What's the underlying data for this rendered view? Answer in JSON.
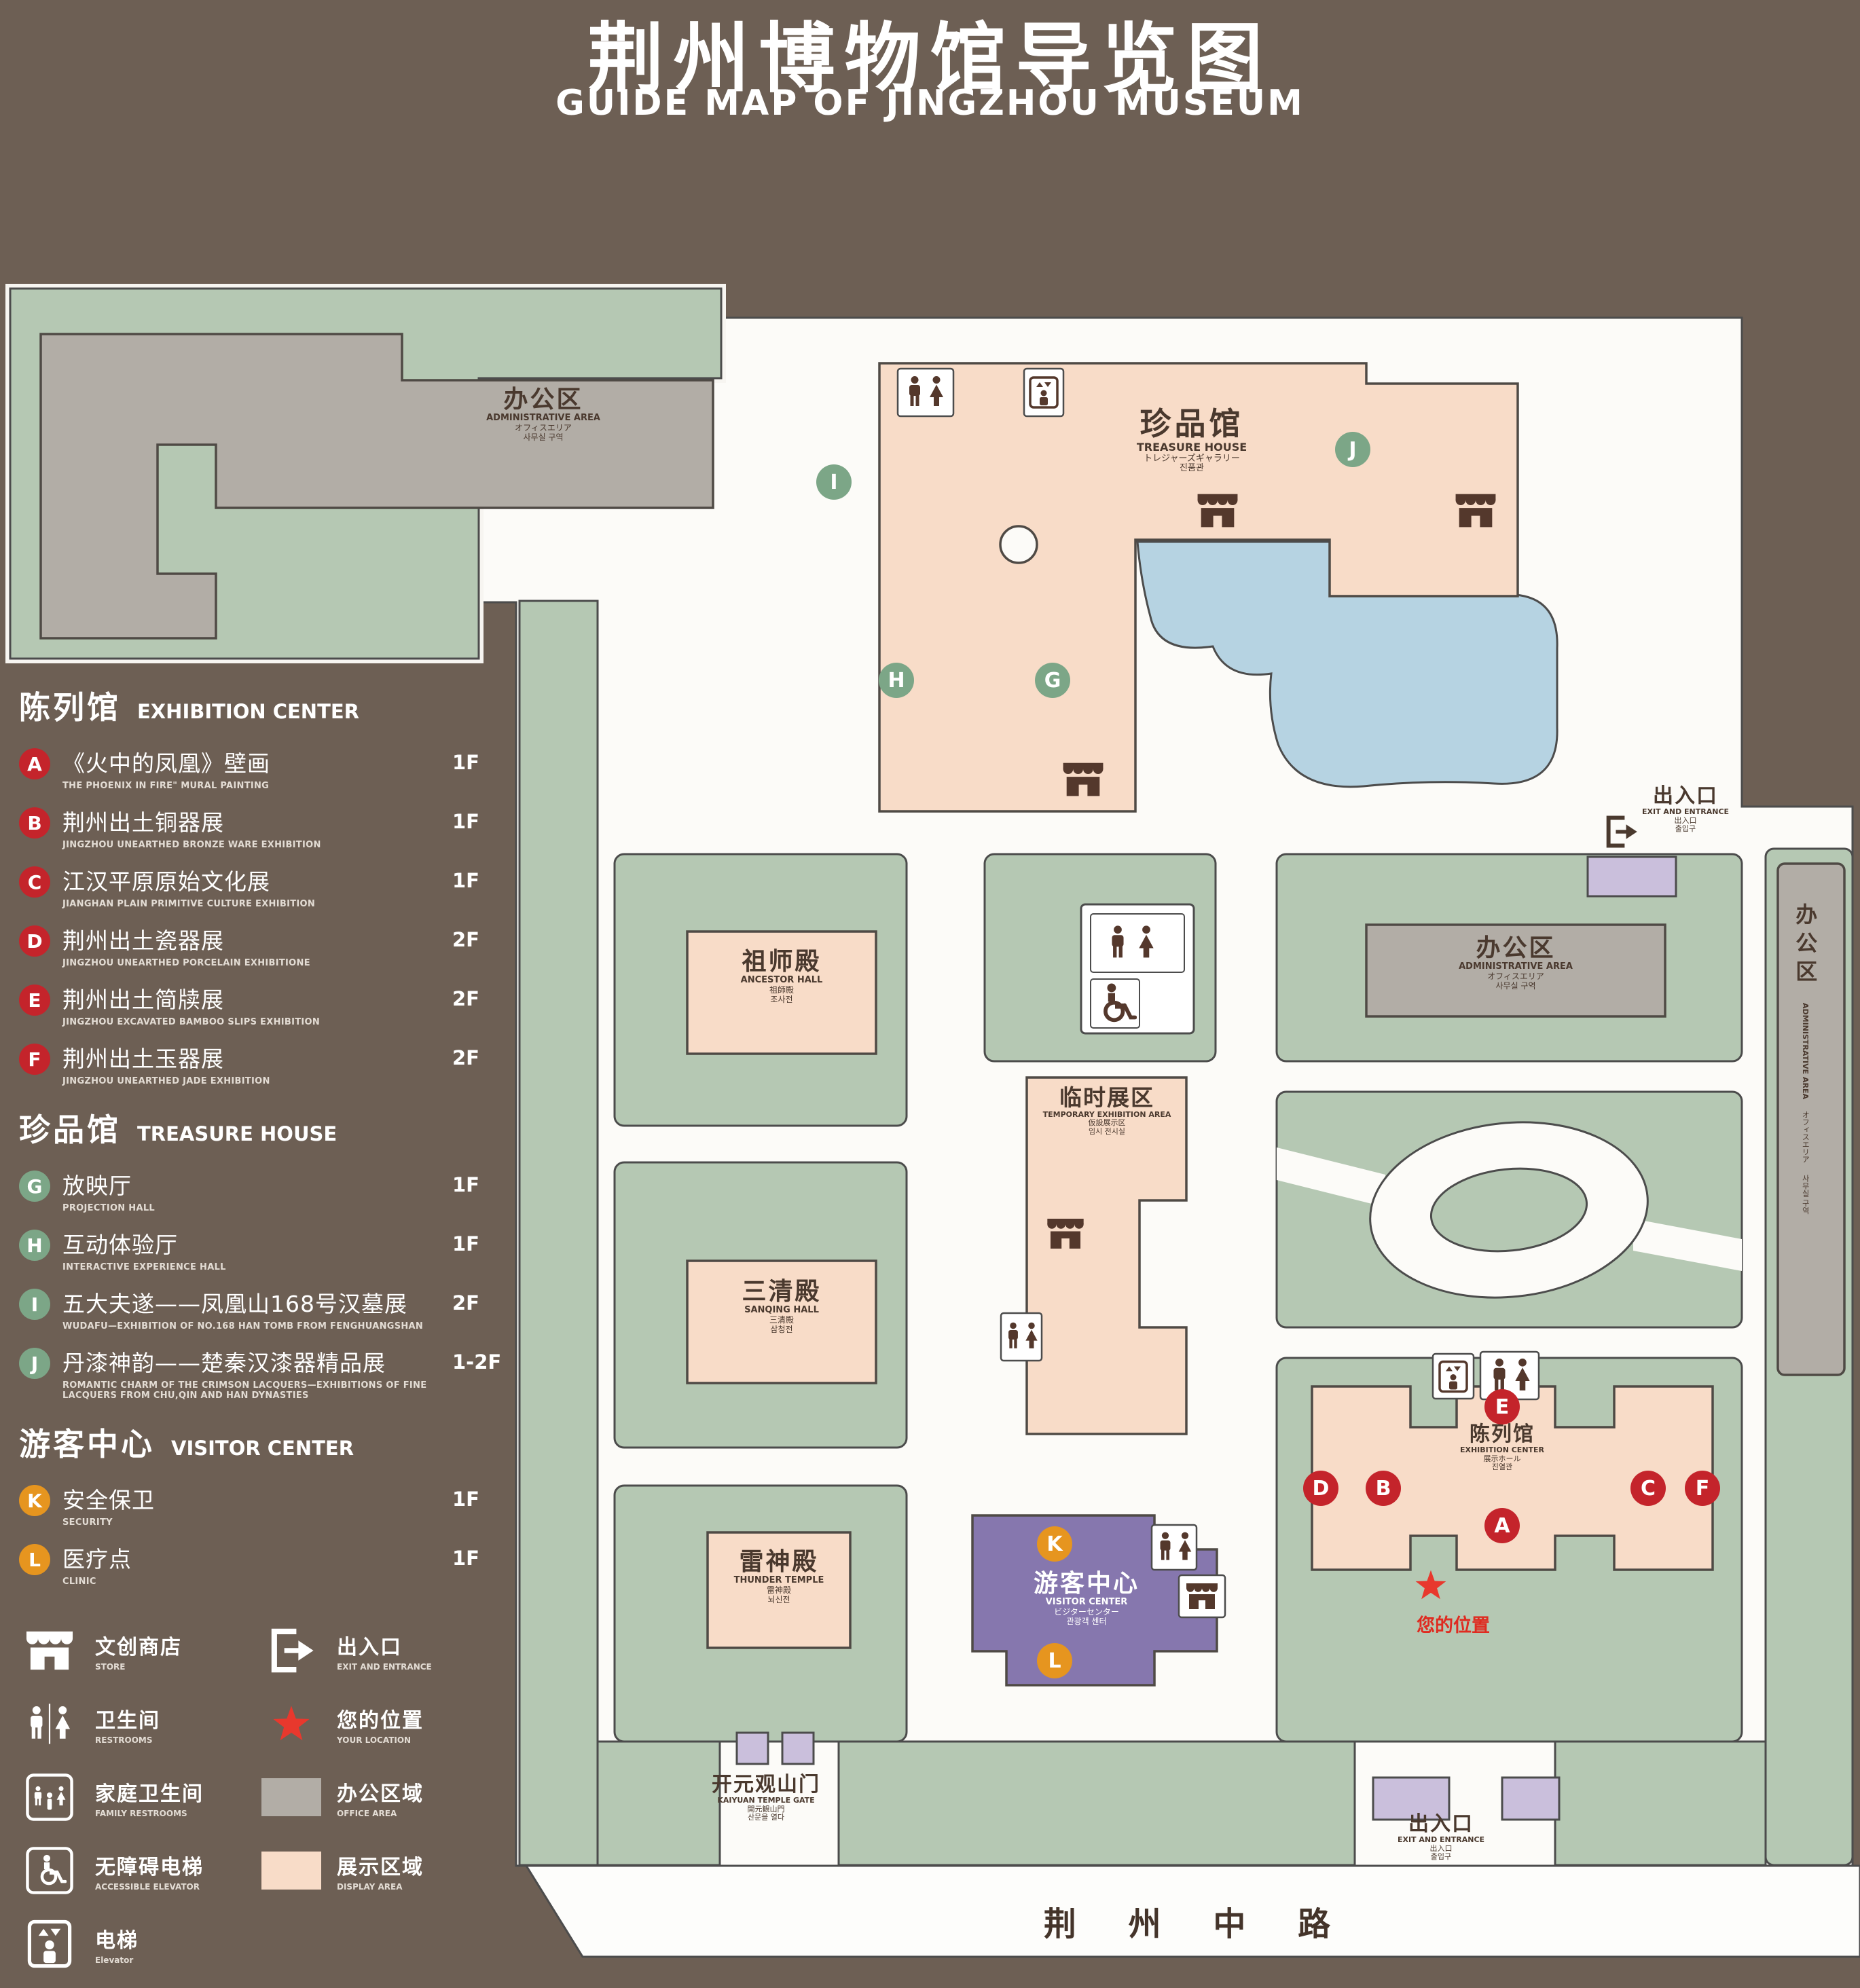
{
  "title": {
    "zh": "荆州博物馆导览图",
    "en": "GUIDE MAP OF JINGZHOU MUSEUM"
  },
  "colors": {
    "background": "#6d5f54",
    "ground_green": "#b5c8b3",
    "display_area": "#f8dcc8",
    "office_area": "#b2ada6",
    "visitor_purple": "#8677ae",
    "pond_blue": "#b6d3e2",
    "marker_red": "#c4242b",
    "marker_green": "#7ca687",
    "marker_orange": "#e6951f",
    "location_red": "#e8382d"
  },
  "legend": {
    "sections": [
      {
        "title_zh": "陈列馆",
        "title_en": "EXHIBITION CENTER",
        "items": [
          {
            "letter": "A",
            "zh": "《火中的凤凰》壁画",
            "en": "THE PHOENIX IN FIRE\" MURAL PAINTING",
            "floor": "1F"
          },
          {
            "letter": "B",
            "zh": "荆州出土铜器展",
            "en": "JINGZHOU UNEARTHED BRONZE WARE EXHIBITION",
            "floor": "1F"
          },
          {
            "letter": "C",
            "zh": "江汉平原原始文化展",
            "en": "JIANGHAN PLAIN PRIMITIVE CULTURE EXHIBITION",
            "floor": "1F"
          },
          {
            "letter": "D",
            "zh": "荆州出土瓷器展",
            "en": "JINGZHOU UNEARTHED PORCELAIN EXHIBITIONE",
            "floor": "2F"
          },
          {
            "letter": "E",
            "zh": "荆州出土简牍展",
            "en": "JINGZHOU EXCAVATED BAMBOO SLIPS EXHIBITION",
            "floor": "2F"
          },
          {
            "letter": "F",
            "zh": "荆州出土玉器展",
            "en": "JINGZHOU UNEARTHED JADE EXHIBITION",
            "floor": "2F"
          }
        ]
      },
      {
        "title_zh": "珍品馆",
        "title_en": "TREASURE HOUSE",
        "items": [
          {
            "letter": "G",
            "zh": "放映厅",
            "en": "PROJECTION HALL",
            "floor": "1F"
          },
          {
            "letter": "H",
            "zh": "互动体验厅",
            "en": "INTERACTIVE EXPERIENCE HALL",
            "floor": "1F"
          },
          {
            "letter": "I",
            "zh": "五大夫遂——凤凰山168号汉墓展",
            "en": "WUDAFU—EXHIBITION OF NO.168 HAN TOMB FROM FENGHUANGSHAN",
            "floor": "2F"
          },
          {
            "letter": "J",
            "zh": "丹漆神韵——楚秦汉漆器精品展",
            "en": "ROMANTIC CHARM OF THE CRIMSON LACQUERS—EXHIBITIONS OF FINE LACQUERS FROM CHU,QIN AND HAN DYNASTIES",
            "floor": "1-2F"
          }
        ]
      },
      {
        "title_zh": "游客中心",
        "title_en": "VISITOR CENTER",
        "items": [
          {
            "letter": "K",
            "zh": "安全保卫",
            "en": "SECURITY",
            "floor": "1F"
          },
          {
            "letter": "L",
            "zh": "医疗点",
            "en": "CLINIC",
            "floor": "1F"
          }
        ]
      }
    ],
    "symbols": [
      {
        "zh": "文创商店",
        "en": "STORE",
        "icon": "store-icon"
      },
      {
        "zh": "出入口",
        "en": "EXIT AND ENTRANCE",
        "icon": "exit-icon"
      },
      {
        "zh": "卫生间",
        "en": "RESTROOMS",
        "icon": "restrooms-icon"
      },
      {
        "zh": "您的位置",
        "en": "YOUR LOCATION",
        "icon": "location-star-icon"
      },
      {
        "zh": "家庭卫生间",
        "en": "FAMILY RESTROOMS",
        "icon": "family-restrooms-icon"
      },
      {
        "zh": "办公区域",
        "en": "OFFICE AREA",
        "icon": "office-swatch"
      },
      {
        "zh": "无障碍电梯",
        "en": "ACCESSIBLE ELEVATOR",
        "icon": "accessible-elevator-icon"
      },
      {
        "zh": "展示区域",
        "en": "DISPLAY AREA",
        "icon": "display-swatch"
      },
      {
        "zh": "电梯",
        "en": "Elevator",
        "icon": "elevator-icon"
      }
    ]
  },
  "map": {
    "admin": {
      "zh": "办公区",
      "en": "ADMINISTRATIVE AREA",
      "ja": "オフィスエリア",
      "ko": "사무실 구역"
    },
    "treasure": {
      "zh": "珍品馆",
      "en": "TREASURE HOUSE",
      "ja": "トレジャーズギャラリー",
      "ko": "진품관"
    },
    "ancestor": {
      "zh": "祖师殿",
      "en": "ANCESTOR HALL",
      "ja": "祖師殿",
      "ko": "조사전"
    },
    "temporary": {
      "zh": "临时展区",
      "en": "TEMPORARY EXHIBITION AREA",
      "ja": "仮設展示区",
      "ko": "임시 전시실"
    },
    "sanqing": {
      "zh": "三清殿",
      "en": "SANQING HALL",
      "ja": "三清殿",
      "ko": "삼청전"
    },
    "thunder": {
      "zh": "雷神殿",
      "en": "THUNDER TEMPLE",
      "ja": "雷神殿",
      "ko": "뇌신전"
    },
    "visitor": {
      "zh": "游客中心",
      "en": "VISITOR CENTER",
      "ja": "ビジターセンター",
      "ko": "관광객 센터"
    },
    "exhibition": {
      "zh": "陈列馆",
      "en": "EXHIBITION CENTER",
      "ja": "展示ホール",
      "ko": "진열관"
    },
    "exit": {
      "zh": "出入口",
      "en": "EXIT AND ENTRANCE",
      "ja": "出入口",
      "ko": "출입구"
    },
    "gate": {
      "zh": "开元观山门",
      "en": "KAIYUAN TEMPLE GATE",
      "ja": "開元観山門",
      "ko": "산문을 열다"
    },
    "road": "荆 州 中 路",
    "your_location": "您的位置",
    "markers": {
      "A": "A",
      "B": "B",
      "C": "C",
      "D": "D",
      "E": "E",
      "F": "F",
      "G": "G",
      "H": "H",
      "I": "I",
      "J": "J",
      "K": "K",
      "L": "L"
    }
  }
}
